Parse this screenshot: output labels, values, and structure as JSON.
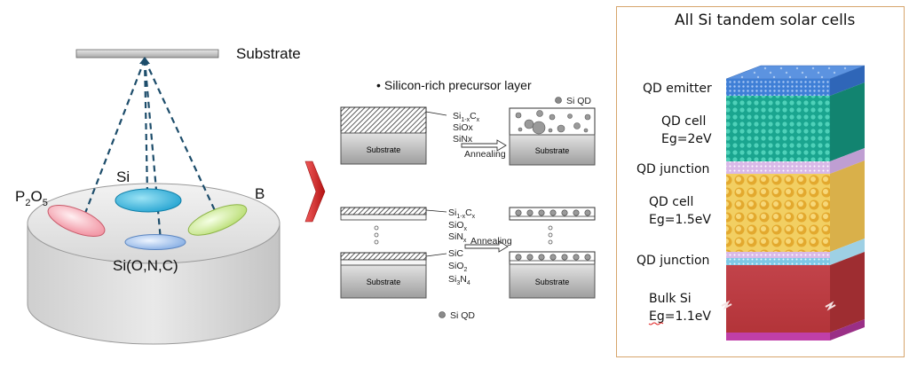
{
  "left": {
    "substrate_label": "Substrate",
    "target_si": "Si",
    "target_p": "P",
    "target_p_sub1": "2",
    "target_p_mid": "O",
    "target_p_sub2": "5",
    "target_b": "B",
    "target_sionc": "Si(O,N,C)"
  },
  "middle": {
    "bullet": "•",
    "title": "Silicon-rich precursor layer",
    "substrate_text": "Substrate",
    "annealing": "Annealing",
    "si_qd": "Si QD",
    "top_list": {
      "a_main": "Si",
      "a_sub1": "1-x",
      "a_mid": "C",
      "a_sub2": "x",
      "b": "SiOx",
      "c": "SiNx"
    },
    "bottom_list": {
      "a_main": "Si",
      "a_sub1": "1-x",
      "a_mid": "C",
      "a_sub2": "x",
      "b_main": "SiO",
      "b_sub": "x",
      "c_main": "SiN",
      "c_sub": "x",
      "d": "SiC",
      "e_main": "SiO",
      "e_sub": "2",
      "f_main": "Si",
      "f_sub1": "3",
      "f_mid": "N",
      "f_sub2": "4"
    }
  },
  "right": {
    "title": "All Si tandem solar cells",
    "qd_emitter": "QD emitter",
    "qd_cell_1": "QD cell",
    "eg_1": "Eg=2eV",
    "qd_junction_1": "QD junction",
    "qd_cell_2": "QD cell",
    "eg_2": "Eg=1.5eV",
    "qd_junction_2": "QD junction",
    "bulk_si": "Bulk Si",
    "eg_3": "Eg=1.1eV"
  },
  "colors": {
    "emitter": "#3f7fd6",
    "cell1": "#1aa58f",
    "junction": "#d9b9e8",
    "cell2": "#f2cf62",
    "bulk": "#b9383a",
    "base": "#c03fa8",
    "arrow": "#d42222",
    "dash": "#1d4d6b",
    "panel_border": "#d7a56c"
  }
}
